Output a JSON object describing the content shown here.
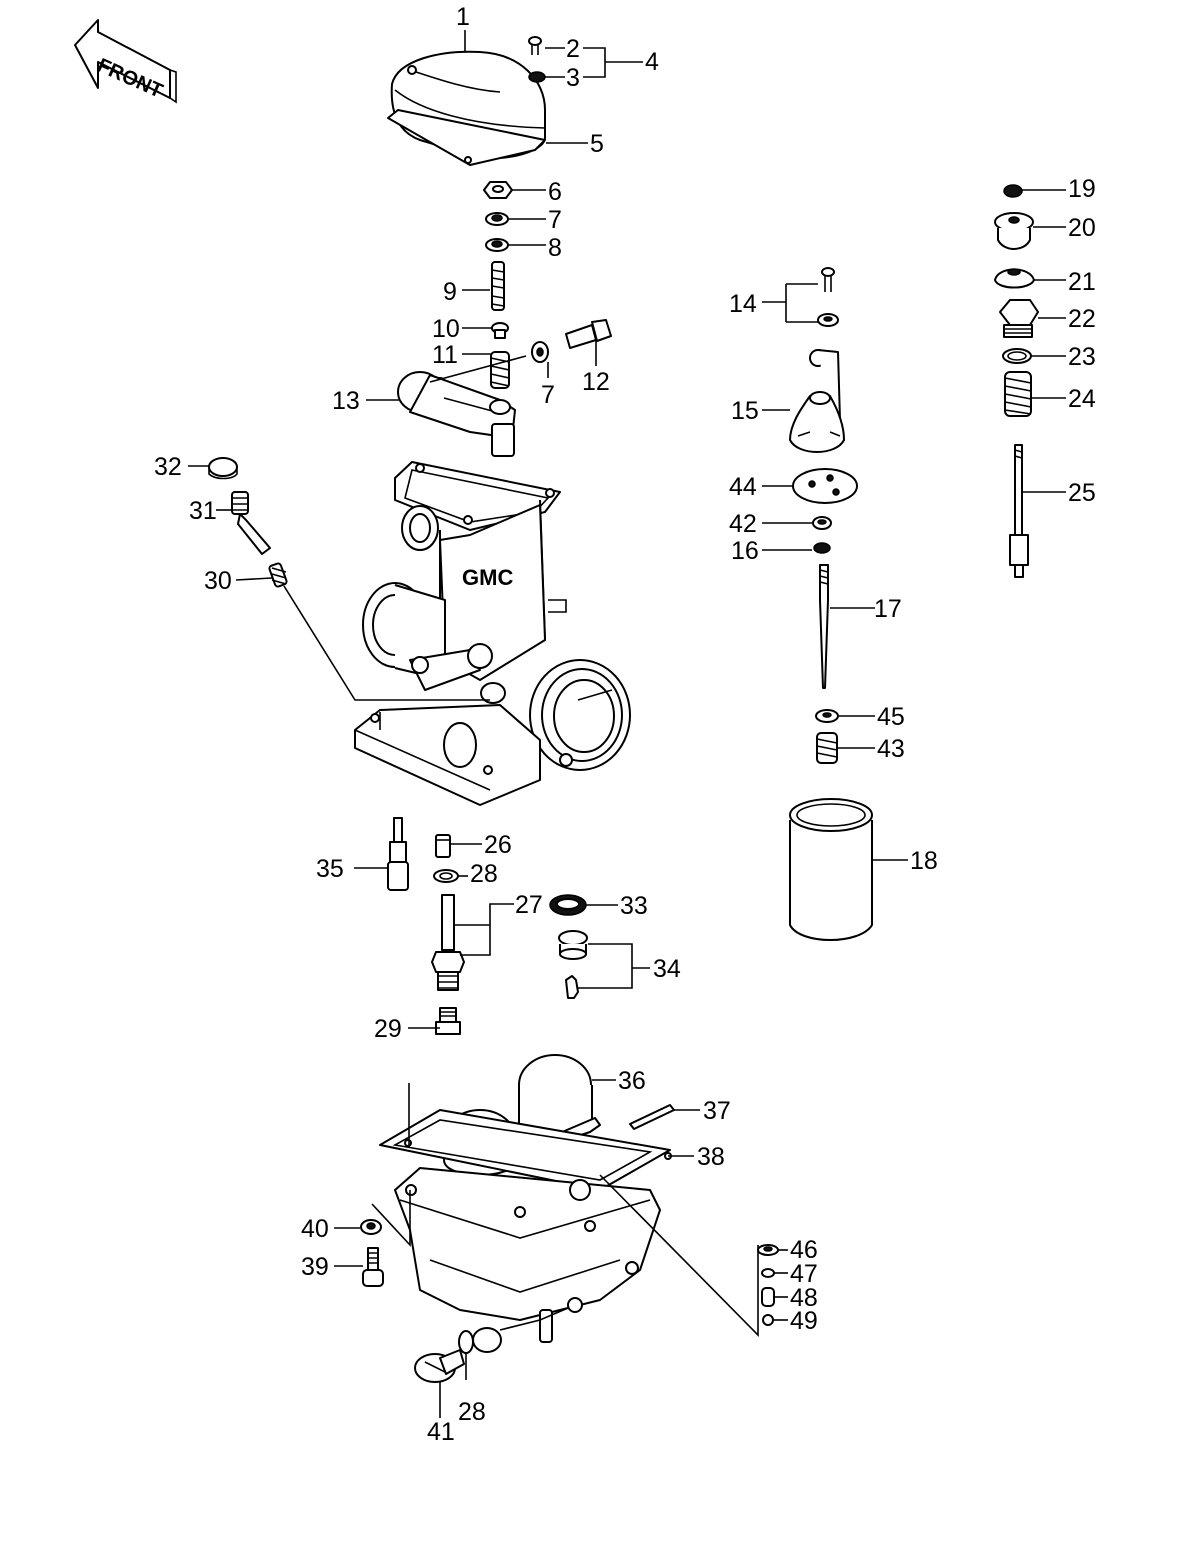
{
  "front_tag": "FRONT",
  "callouts": [
    {
      "id": "c1",
      "text": "1"
    },
    {
      "id": "c2",
      "text": "2"
    },
    {
      "id": "c3",
      "text": "3"
    },
    {
      "id": "c4",
      "text": "4"
    },
    {
      "id": "c5",
      "text": "5"
    },
    {
      "id": "c6",
      "text": "6"
    },
    {
      "id": "c7a",
      "text": "7"
    },
    {
      "id": "c8",
      "text": "8"
    },
    {
      "id": "c9",
      "text": "9"
    },
    {
      "id": "c10",
      "text": "10"
    },
    {
      "id": "c11",
      "text": "11"
    },
    {
      "id": "c7b",
      "text": "7"
    },
    {
      "id": "c12",
      "text": "12"
    },
    {
      "id": "c13",
      "text": "13"
    },
    {
      "id": "c14",
      "text": "14"
    },
    {
      "id": "c15",
      "text": "15"
    },
    {
      "id": "c16",
      "text": "16"
    },
    {
      "id": "c17",
      "text": "17"
    },
    {
      "id": "c18",
      "text": "18"
    },
    {
      "id": "c19",
      "text": "19"
    },
    {
      "id": "c20",
      "text": "20"
    },
    {
      "id": "c21",
      "text": "21"
    },
    {
      "id": "c22",
      "text": "22"
    },
    {
      "id": "c23",
      "text": "23"
    },
    {
      "id": "c24",
      "text": "24"
    },
    {
      "id": "c25",
      "text": "25"
    },
    {
      "id": "c26",
      "text": "26"
    },
    {
      "id": "c27",
      "text": "27"
    },
    {
      "id": "c28a",
      "text": "28"
    },
    {
      "id": "c29",
      "text": "29"
    },
    {
      "id": "c30",
      "text": "30"
    },
    {
      "id": "c31",
      "text": "31"
    },
    {
      "id": "c32",
      "text": "32"
    },
    {
      "id": "c33",
      "text": "33"
    },
    {
      "id": "c34",
      "text": "34"
    },
    {
      "id": "c35",
      "text": "35"
    },
    {
      "id": "c36",
      "text": "36"
    },
    {
      "id": "c37",
      "text": "37"
    },
    {
      "id": "c38",
      "text": "38"
    },
    {
      "id": "c39",
      "text": "39"
    },
    {
      "id": "c40",
      "text": "40"
    },
    {
      "id": "c41",
      "text": "41"
    },
    {
      "id": "c28b",
      "text": "28"
    },
    {
      "id": "c42",
      "text": "42"
    },
    {
      "id": "c43",
      "text": "43"
    },
    {
      "id": "c44",
      "text": "44"
    },
    {
      "id": "c45",
      "text": "45"
    },
    {
      "id": "c46",
      "text": "46"
    },
    {
      "id": "c47",
      "text": "47"
    },
    {
      "id": "c48",
      "text": "48"
    },
    {
      "id": "c49",
      "text": "49"
    }
  ]
}
